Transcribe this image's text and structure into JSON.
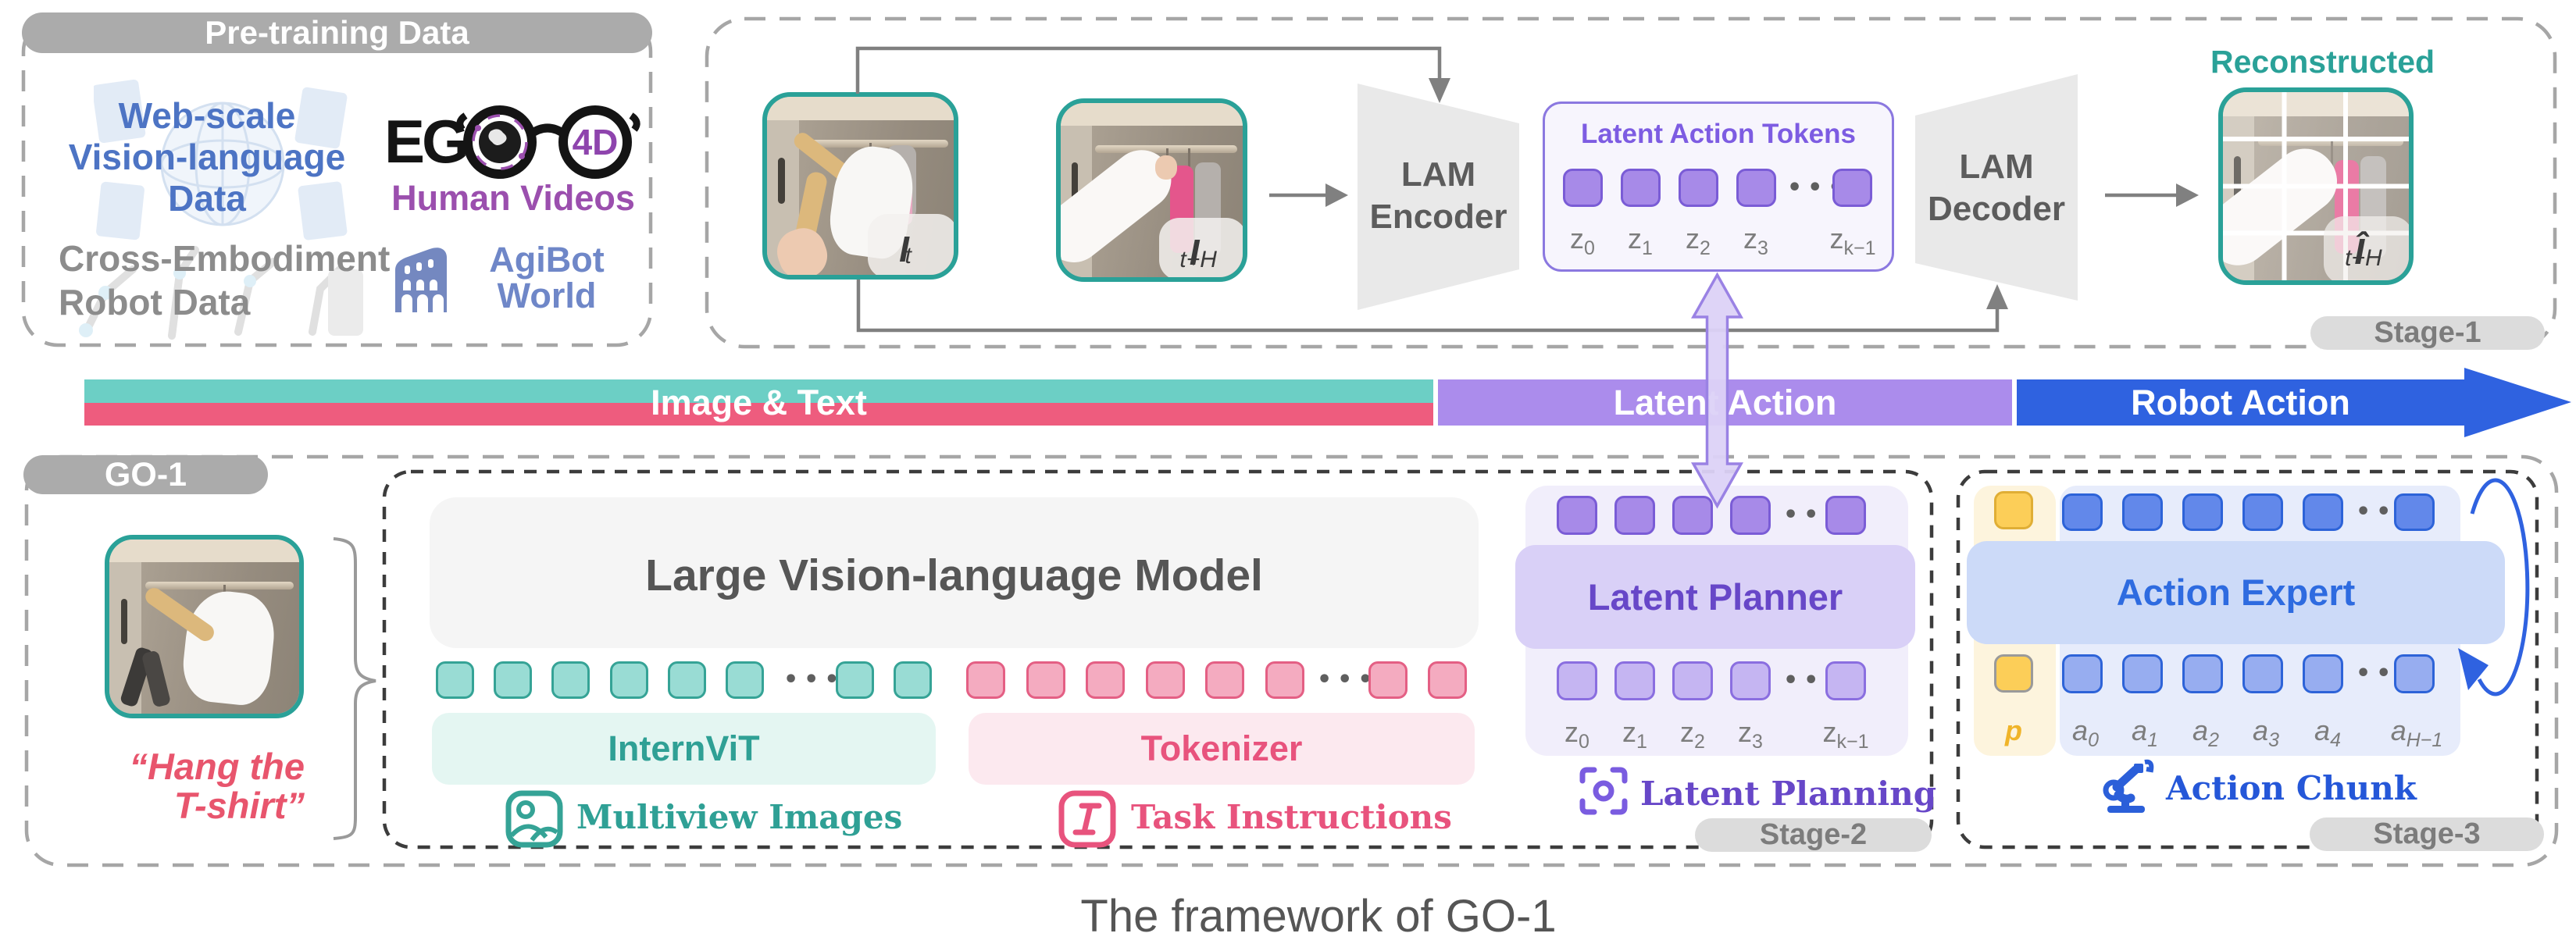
{
  "colors": {
    "teal_border": "#35a396",
    "teal_fill": "#99dcd4",
    "teal_box": "#e4f6f2",
    "teal_text": "#2fa095",
    "pink_border": "#e45f84",
    "pink_fill": "#f4abc0",
    "pink_box": "#fce9ef",
    "pink_text": "#e8537d",
    "purple_border": "#7a5cd6",
    "purple_fill": "#a78ae8",
    "purple_box": "#d9d0f7",
    "purple_container": "#f1eefb",
    "purple_text": "#6747c8",
    "blue_border": "#2d63d8",
    "blue_fill": "#6288ea",
    "blue_box": "#ccdaf8",
    "blue_container": "#e7ecfb",
    "blue_text": "#2e6be0",
    "yellow_fill": "#fcce58",
    "yellow_strip": "#fdf4dd",
    "yellow_text": "#f0b429",
    "bar_teal": "#6ccfc5",
    "bar_pink": "#ee5c7e",
    "bar_purple": "#ab8cec",
    "bar_blue": "#2f62e0",
    "photo_border": "#2aa198",
    "gray_pill": "#ababab",
    "stage_pill": "#dcdcdc"
  },
  "pretraining": {
    "title": "Pre-training Data",
    "web_scale_lines": [
      "Web-scale",
      "Vision-language",
      "Data"
    ],
    "ego": {
      "eg": "EG",
      "four_d": "4D",
      "caption": "Human Videos"
    },
    "cross_lines": [
      "Cross-Embodiment",
      "Robot Data"
    ],
    "agibot_lines": [
      "AgiBot",
      "World"
    ]
  },
  "stage1": {
    "pill": "Stage-1",
    "img1_label": {
      "base": "I",
      "sub": "t"
    },
    "img2_label": {
      "base": "I",
      "sub": "t+H"
    },
    "encoder_lines": [
      "LAM",
      "Encoder"
    ],
    "decoder_lines": [
      "LAM",
      "Decoder"
    ],
    "latent_box": {
      "title": "Latent Action Tokens",
      "labels": [
        {
          "base": "z",
          "sub": "0"
        },
        {
          "base": "z",
          "sub": "1"
        },
        {
          "base": "z",
          "sub": "2"
        },
        {
          "base": "z",
          "sub": "3"
        },
        {
          "base": "z",
          "sub": "k−1"
        }
      ]
    },
    "recon_title": "Reconstructed",
    "recon_label": {
      "base": "Î",
      "sub": "t+H"
    }
  },
  "flow_bar": {
    "segments": [
      "Image & Text",
      "Latent Action",
      "Robot Action"
    ]
  },
  "go1": {
    "pill": "GO-1",
    "instruction_lines": [
      "“Hang the",
      "T-shirt”"
    ]
  },
  "stage2": {
    "pill": "Stage-2",
    "lvm": "Large Vision-language Model",
    "internvit": "InternViT",
    "tokenizer": "Tokenizer",
    "multiview": "Multiview Images",
    "task": "Task Instructions",
    "planner": "Latent Planner",
    "planning": "Latent Planning",
    "z_labels": [
      {
        "base": "z",
        "sub": "0"
      },
      {
        "base": "z",
        "sub": "1"
      },
      {
        "base": "z",
        "sub": "2"
      },
      {
        "base": "z",
        "sub": "3"
      },
      {
        "base": "z",
        "sub": "k−1"
      }
    ]
  },
  "stage3": {
    "pill": "Stage-3",
    "expert": "Action Expert",
    "chunk": "Action Chunk",
    "p_label": "p",
    "a_labels": [
      {
        "base": "a",
        "sub": "0"
      },
      {
        "base": "a",
        "sub": "1"
      },
      {
        "base": "a",
        "sub": "2"
      },
      {
        "base": "a",
        "sub": "3"
      },
      {
        "base": "a",
        "sub": "4"
      },
      {
        "base": "a",
        "sub": "H−1"
      }
    ]
  },
  "caption": "The framework of GO-1"
}
